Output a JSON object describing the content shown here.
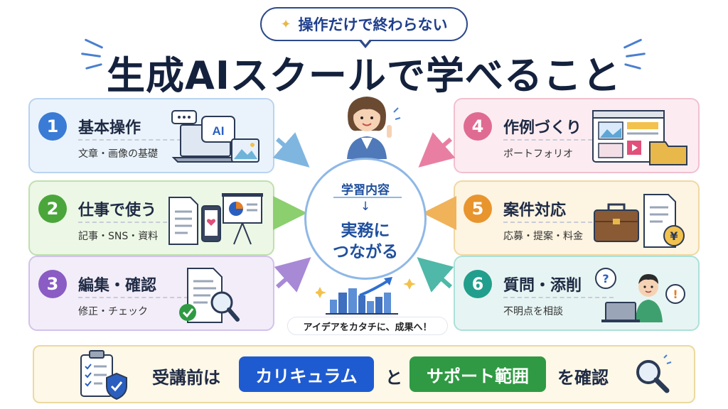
{
  "header": {
    "badge": "操作だけで終わらない",
    "title": "生成AIスクールで学べること"
  },
  "cards": [
    {
      "number": "1",
      "title": "基本操作",
      "subtitle": "文章・画像の基礎",
      "color": "#3a7bd5",
      "illustration": "ai-laptop-image-icon"
    },
    {
      "number": "2",
      "title": "仕事で使う",
      "subtitle": "記事・SNS・資料",
      "color": "#4aa63a",
      "illustration": "document-phone-presentation-icon"
    },
    {
      "number": "3",
      "title": "編集・確認",
      "subtitle": "修正・チェック",
      "color": "#8a5cc4",
      "illustration": "document-magnifier-check-icon"
    },
    {
      "number": "4",
      "title": "作例づくり",
      "subtitle": "ポートフォリオ",
      "color": "#e06b92",
      "illustration": "portfolio-folder-icon"
    },
    {
      "number": "5",
      "title": "案件対応",
      "subtitle": "応募・提案・料金",
      "color": "#e8952e",
      "illustration": "briefcase-yen-document-icon"
    },
    {
      "number": "6",
      "title": "質問・添削",
      "subtitle": "不明点を相談",
      "color": "#229e8d",
      "illustration": "person-question-laptop-icon"
    }
  ],
  "center": {
    "top": "学習内容",
    "arrow": "↓",
    "main_line1": "実務に",
    "main_line2": "つながる"
  },
  "caption": "アイデアをカタチに、成果へ！",
  "bottom": {
    "prefix": "受講前は",
    "pill1": "カリキュラム",
    "connector": "と",
    "pill2": "サポート範囲",
    "suffix": "を確認"
  },
  "colors": {
    "accent_blue": "#1f5bd0",
    "accent_green": "#2f9a43",
    "title": "#14213d"
  }
}
